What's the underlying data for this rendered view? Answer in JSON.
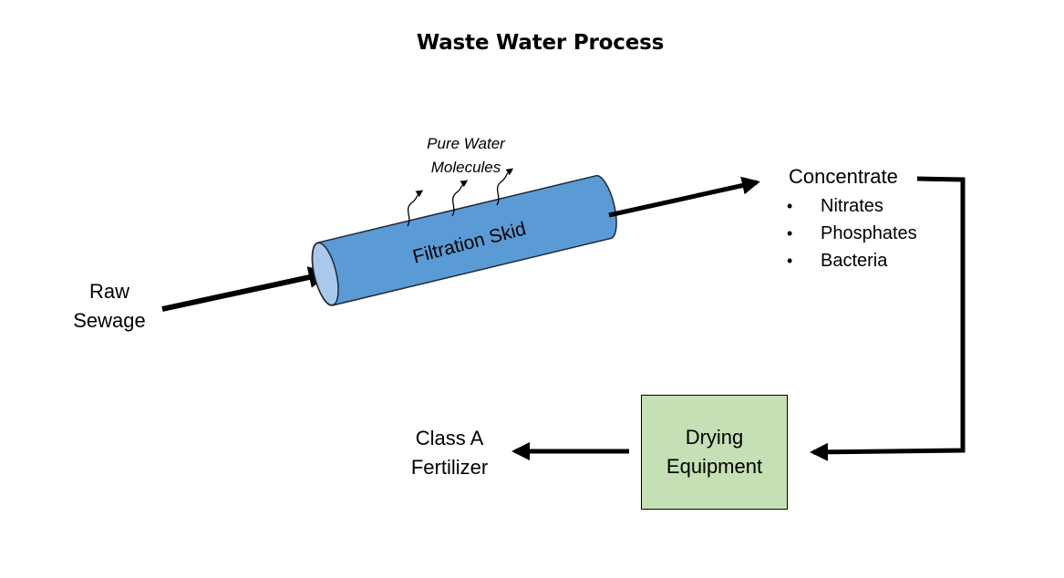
{
  "diagram": {
    "title": "Waste Water Process",
    "input": {
      "line1": "Raw",
      "line2": "Sewage"
    },
    "filtration": {
      "label": "Filtration Skid",
      "color": "#5b9bd5"
    },
    "byproduct": {
      "line1": "Pure Water",
      "line2": "Molecules"
    },
    "concentrate": {
      "title": "Concentrate",
      "items": [
        "Nitrates",
        "Phosphates",
        "Bacteria"
      ],
      "bullet": "•"
    },
    "drying": {
      "line1": "Drying",
      "line2": "Equipment",
      "color": "#c5e0b4"
    },
    "output": {
      "line1": "Class A",
      "line2": "Fertilizer"
    }
  }
}
